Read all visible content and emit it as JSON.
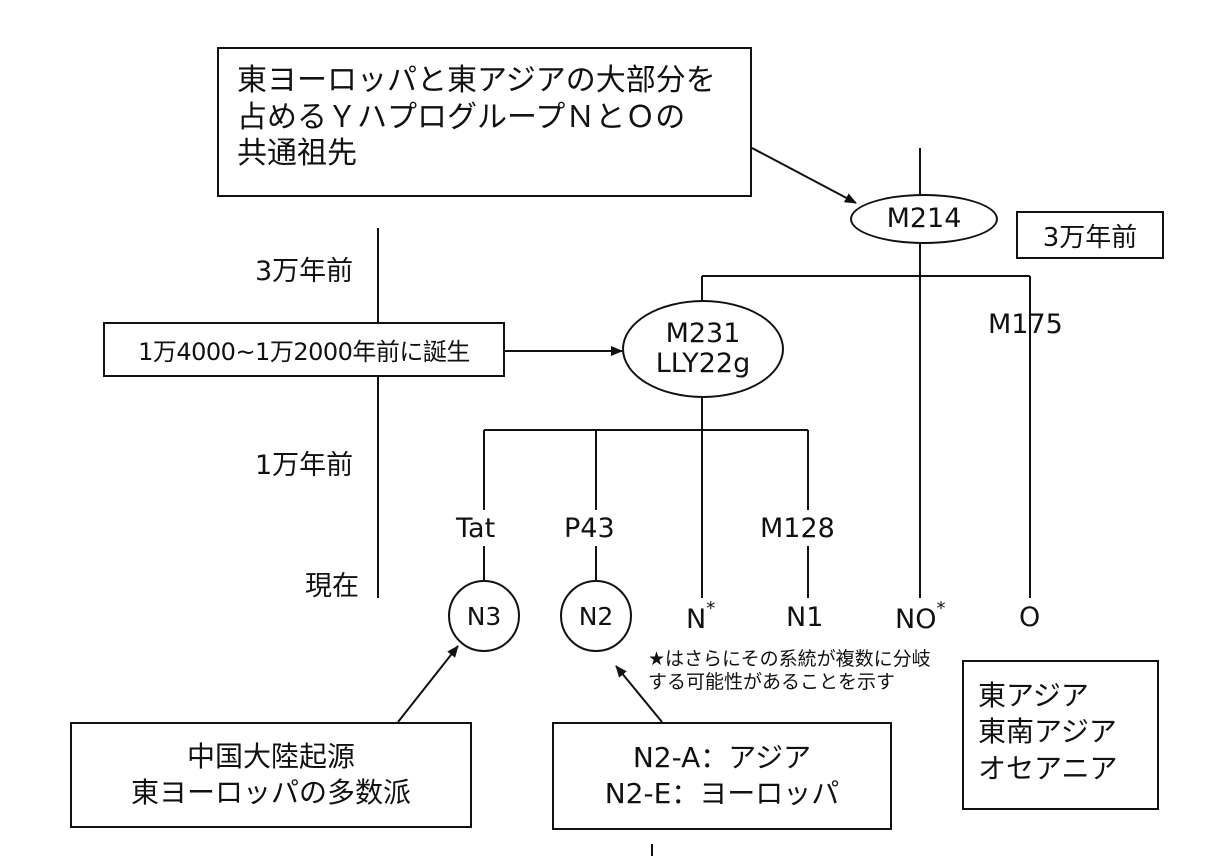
{
  "callouts": {
    "top_ancestor": [
      "東ヨーロッパと東アジアの大部分を",
      "占めるＹハプログループＮとＯの",
      "共通祖先"
    ],
    "birth_period": "1万4000~1万2000年前に誕生",
    "n3_origin": [
      "中国大陸起源",
      "東ヨーロッパの多数派"
    ],
    "n2_regions": [
      "N2-A：アジア",
      "N2-E：ヨーロッパ"
    ],
    "o_regions": [
      "東アジア",
      "東南アジア",
      "オセアニア"
    ],
    "m214_time": "3万年前"
  },
  "timeline": {
    "labels": [
      "3万年前",
      "1万年前",
      "現在"
    ]
  },
  "tree": {
    "root_marker": "M214",
    "n_marker": [
      "M231",
      "LLY22g"
    ],
    "o_marker": "M175",
    "branch_markers": {
      "n3": "Tat",
      "n2": "P43",
      "n1": "M128"
    },
    "leaves": {
      "n3": "N3",
      "n2": "N2",
      "n_star": "N",
      "n1": "N1",
      "no_star": "NO",
      "o": "O"
    },
    "star": "*"
  },
  "note": [
    "★はさらにその系統が複数に分岐",
    "する可能性があることを示す"
  ]
}
